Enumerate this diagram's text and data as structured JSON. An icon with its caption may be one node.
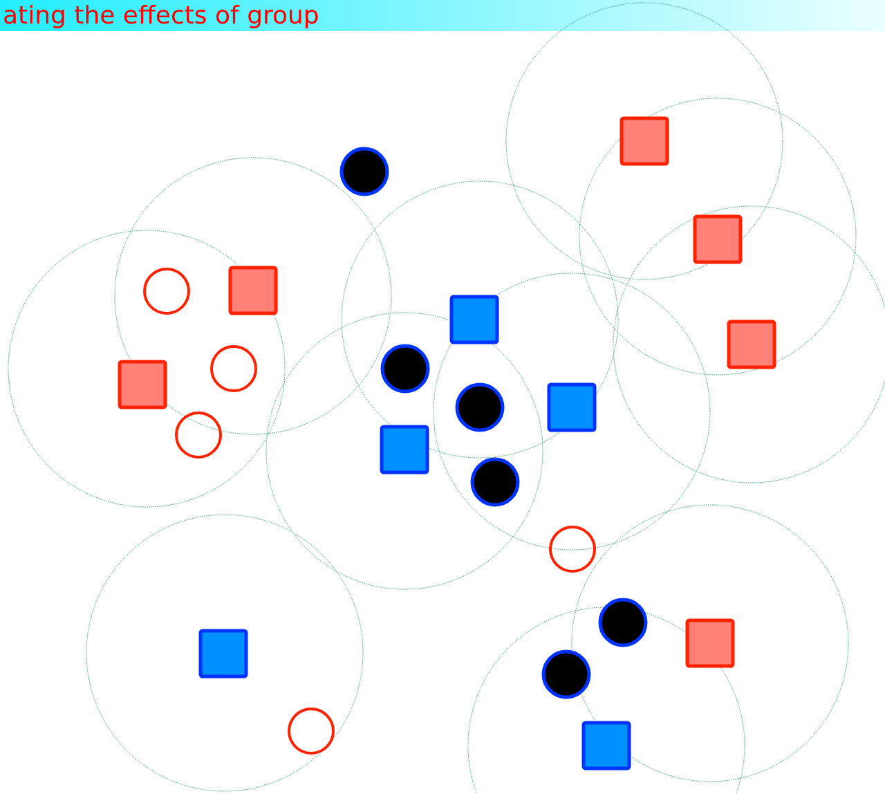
{
  "diagram": {
    "title": "ating the effects of group",
    "nodes": [
      {
        "text": [],
        "shape": "box"
      },
      {
        "text": [],
        "shape": "circle"
      },
      {
        "text": [],
        "shape": "box"
      },
      {
        "text": [],
        "shape": "box"
      },
      {
        "text": [],
        "shape": "circle"
      },
      {
        "text": [],
        "shape": "box"
      },
      {
        "text": [],
        "shape": "box"
      },
      {
        "text": [],
        "shape": "circle"
      },
      {
        "text": [],
        "shape": "circle"
      },
      {
        "text": [],
        "shape": "box"
      },
      {
        "text": [],
        "shape": "circle"
      },
      {
        "text": [],
        "shape": "box"
      },
      {
        "text": [],
        "shape": "circle"
      },
      {
        "text": [],
        "shape": "box"
      },
      {
        "text": [],
        "shape": "circle"
      },
      {
        "text": [],
        "shape": "circle"
      },
      {
        "text": [],
        "shape": "circle"
      },
      {
        "text": [],
        "shape": "box"
      },
      {
        "text": [],
        "shape": "box"
      },
      {
        "text": [],
        "shape": "circle"
      },
      {
        "text": [],
        "shape": "circle"
      },
      {
        "text": [],
        "shape": "box"
      }
    ]
  }
}
